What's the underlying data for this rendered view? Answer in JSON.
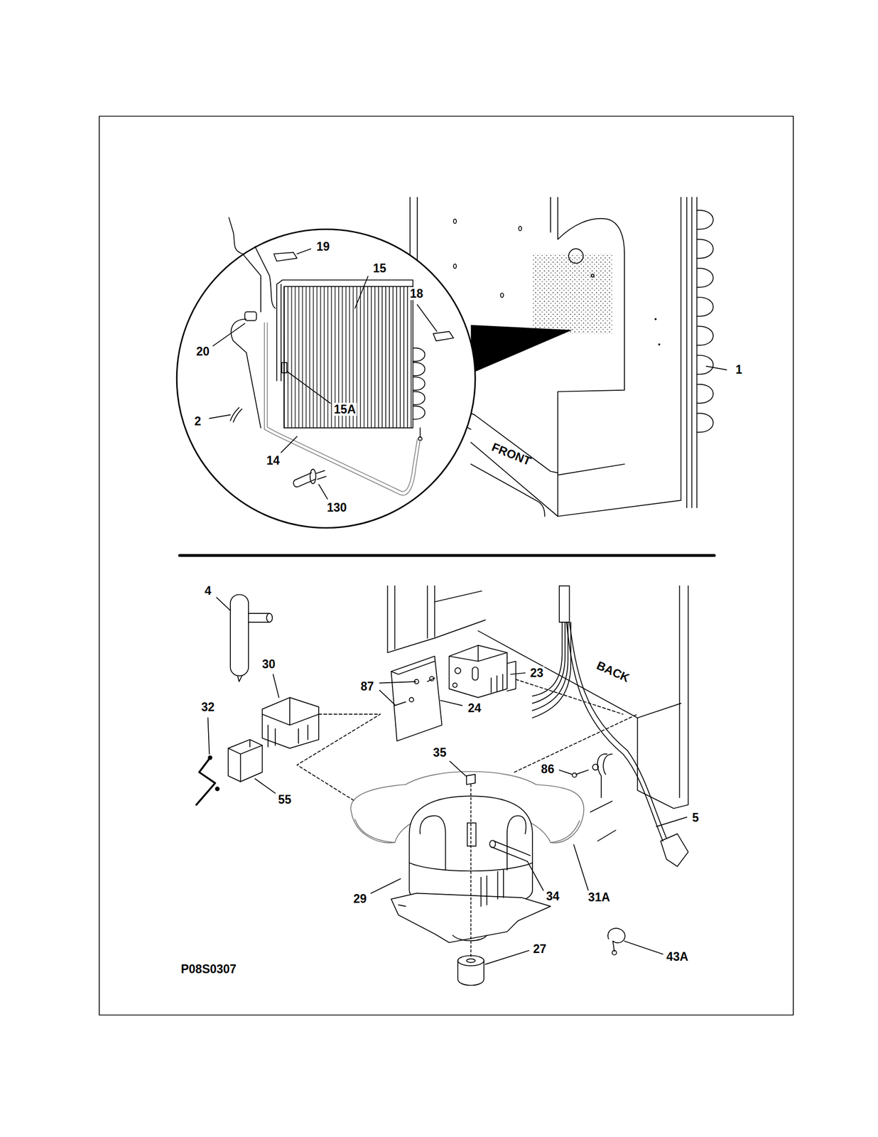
{
  "diagram": {
    "labels": [
      "19",
      "15",
      "18",
      "20",
      "1",
      "15A",
      "2",
      "14",
      "130",
      "FRONT",
      "4",
      "30",
      "87",
      "23",
      "24",
      "BACK",
      "32",
      "35",
      "86",
      "55",
      "5",
      "29",
      "34",
      "31A",
      "27",
      "43A",
      "P08S0307"
    ]
  }
}
